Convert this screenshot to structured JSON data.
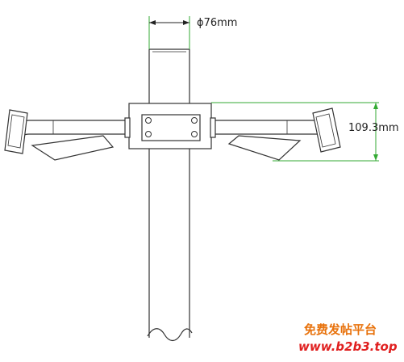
{
  "drawing": {
    "pole_diameter_label": "ϕ76mm",
    "arm_height_label": "109.3mm"
  },
  "watermark": {
    "site_name": "免费发帖平台",
    "site_url": "www.b2b3.top"
  },
  "colors": {
    "line": "#333333",
    "dimension": "#33aa33",
    "watermark_orange": "#e8720c",
    "watermark_red": "#e02020"
  }
}
